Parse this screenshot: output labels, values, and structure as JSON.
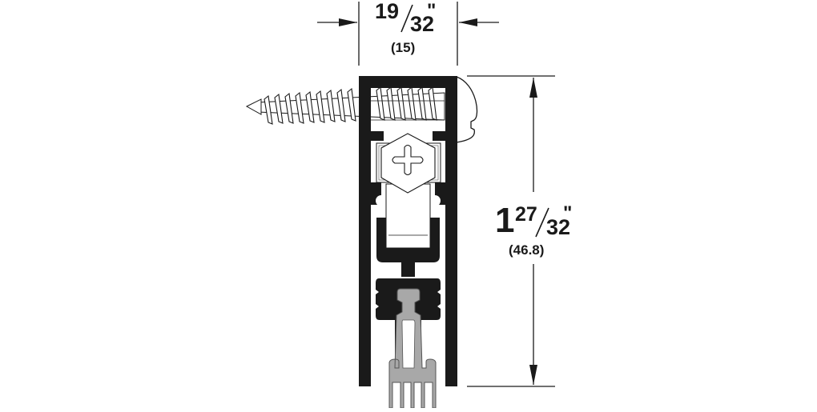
{
  "drawing": {
    "title": "Door bottom seal cross-section",
    "colors": {
      "profile": "#1a1a1a",
      "seal": "#a8a8a8",
      "seal_outline": "#555555",
      "screw": "#ffffff",
      "line": "#1a1a1a",
      "background": "#ffffff"
    }
  },
  "dimensions": {
    "width": {
      "numerator": "19",
      "denominator": "32",
      "unit_mark": "\"",
      "metric": "(15)"
    },
    "height": {
      "whole": "1",
      "numerator": "27",
      "denominator": "32",
      "unit_mark": "\"",
      "metric": "(46.8)"
    }
  },
  "components": [
    {
      "name": "wood screw"
    },
    {
      "name": "aluminum housing profile"
    },
    {
      "name": "adjustment hex screw"
    },
    {
      "name": "carrier"
    },
    {
      "name": "rubber seal with fins"
    }
  ]
}
